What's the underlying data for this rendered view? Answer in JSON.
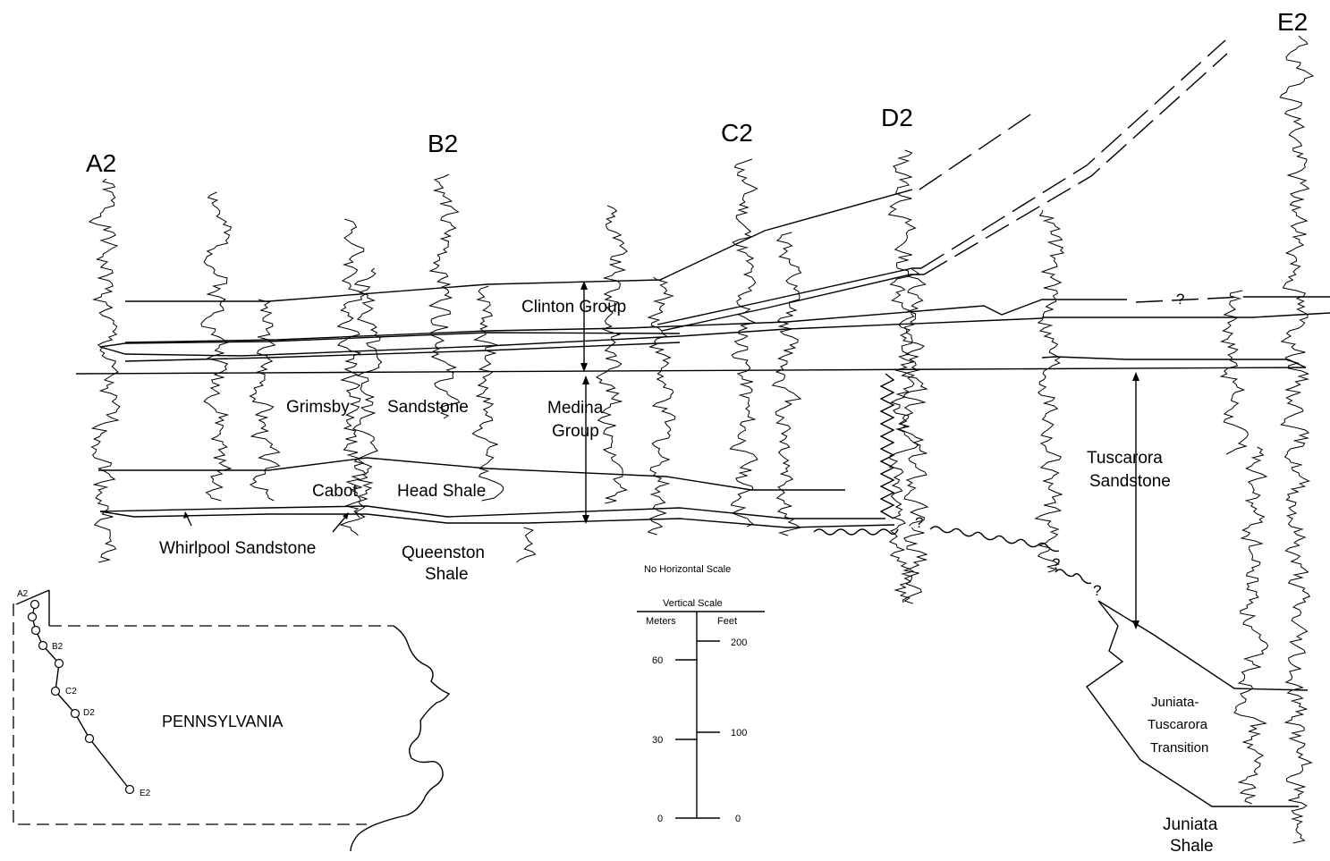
{
  "wells": [
    {
      "id": "A2",
      "label": "A2"
    },
    {
      "id": "B2",
      "label": "B2"
    },
    {
      "id": "C2",
      "label": "C2"
    },
    {
      "id": "D2",
      "label": "D2"
    },
    {
      "id": "E2",
      "label": "E2"
    }
  ],
  "units": {
    "clinton": "Clinton Group",
    "medina_line1": "Medina",
    "medina_line2": "Group",
    "grimsby_a": "Grimsby",
    "grimsby_b": "Sandstone",
    "cabot_a": "Cabot",
    "cabot_b": "Head Shale",
    "whirlpool": "Whirlpool Sandstone",
    "queenston_line1": "Queenston",
    "queenston_line2": "Shale",
    "tuscarora_line1": "Tuscarora",
    "tuscarora_line2": "Sandstone",
    "jt_line1": "Juniata-",
    "jt_line2": "Tuscarora",
    "jt_line3": "Transition",
    "juniata_line1": "Juniata",
    "juniata_line2": "Shale"
  },
  "uncertain_mark": "?",
  "scale": {
    "horizontal": "No Horizontal Scale",
    "vertical_title": "Vertical Scale",
    "meters_label": "Meters",
    "feet_label": "Feet",
    "meters_ticks": [
      "60",
      "30",
      "0"
    ],
    "feet_ticks": [
      "200",
      "100",
      "0"
    ]
  },
  "map": {
    "state": "PENNSYLVANIA",
    "points": [
      "A2",
      "B2",
      "C2",
      "D2",
      "E2"
    ]
  }
}
